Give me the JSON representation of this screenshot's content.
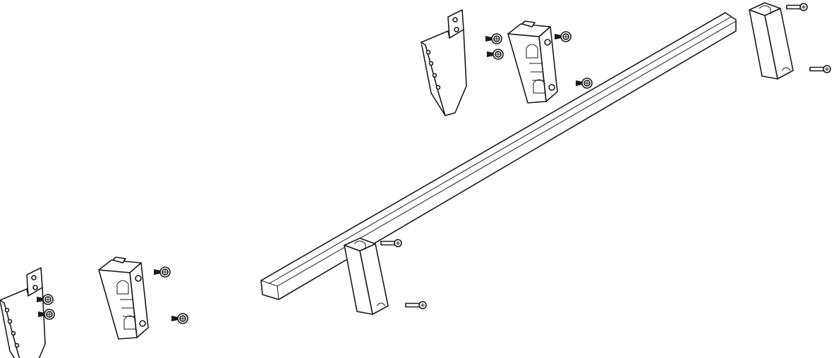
{
  "colors": {
    "line": "#1a1a1a",
    "background": "#ffffff"
  },
  "parts": [
    {
      "name": "rail-bar",
      "kind": "bar"
    },
    {
      "name": "l-bracket",
      "kind": "bracket"
    },
    {
      "name": "hinge-block",
      "kind": "block"
    },
    {
      "name": "vertical-post",
      "kind": "post"
    },
    {
      "name": "screw",
      "kind": "fastener"
    }
  ]
}
